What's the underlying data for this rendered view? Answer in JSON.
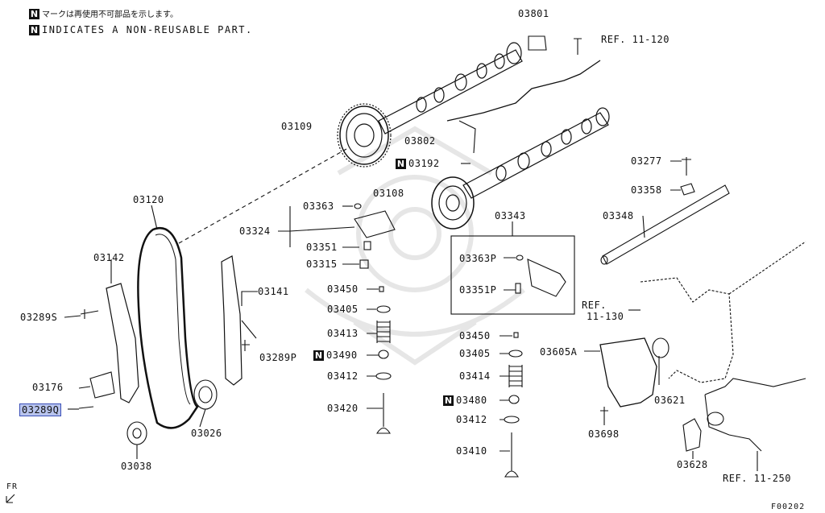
{
  "legend": {
    "badge": "N",
    "line_jp": "マークは再使用不可部品を示します。",
    "line_en": "INDICATES A NON-REUSABLE PART."
  },
  "figure_code": "F00202",
  "front_marker": "FR",
  "references": {
    "ref_11_120": "REF. 11-120",
    "ref_11_130_a": "REF.",
    "ref_11_130_b": "11-130",
    "ref_11_250": "REF. 11-250"
  },
  "parts": {
    "p03801": "03801",
    "p03109": "03109",
    "p03802": "03802",
    "p03192": "03192",
    "p03108": "03108",
    "p03120": "03120",
    "p03363": "03363",
    "p03324": "03324",
    "p03351": "03351",
    "p03315": "03315",
    "p03142": "03142",
    "p03141": "03141",
    "p03289S": "03289S",
    "p03289P": "03289P",
    "p03176": "03176",
    "p03289Q": "03289Q",
    "p03026": "03026",
    "p03038": "03038",
    "p03450a": "03450",
    "p03405a": "03405",
    "p03413": "03413",
    "p03490": "03490",
    "p03412a": "03412",
    "p03420": "03420",
    "p03343": "03343",
    "p03363P": "03363P",
    "p03351P": "03351P",
    "p03450b": "03450",
    "p03405b": "03405",
    "p03414": "03414",
    "p03480": "03480",
    "p03412b": "03412",
    "p03410": "03410",
    "p03277": "03277",
    "p03358": "03358",
    "p03348": "03348",
    "p03605A": "03605A",
    "p03621": "03621",
    "p03698": "03698",
    "p03628": "03628"
  },
  "selected_part": "03289Q",
  "colors": {
    "line": "#111111",
    "highlight_bg": "#b8c4ee",
    "highlight_border": "#3a4fb8",
    "watermark": "#e6e6e6"
  }
}
